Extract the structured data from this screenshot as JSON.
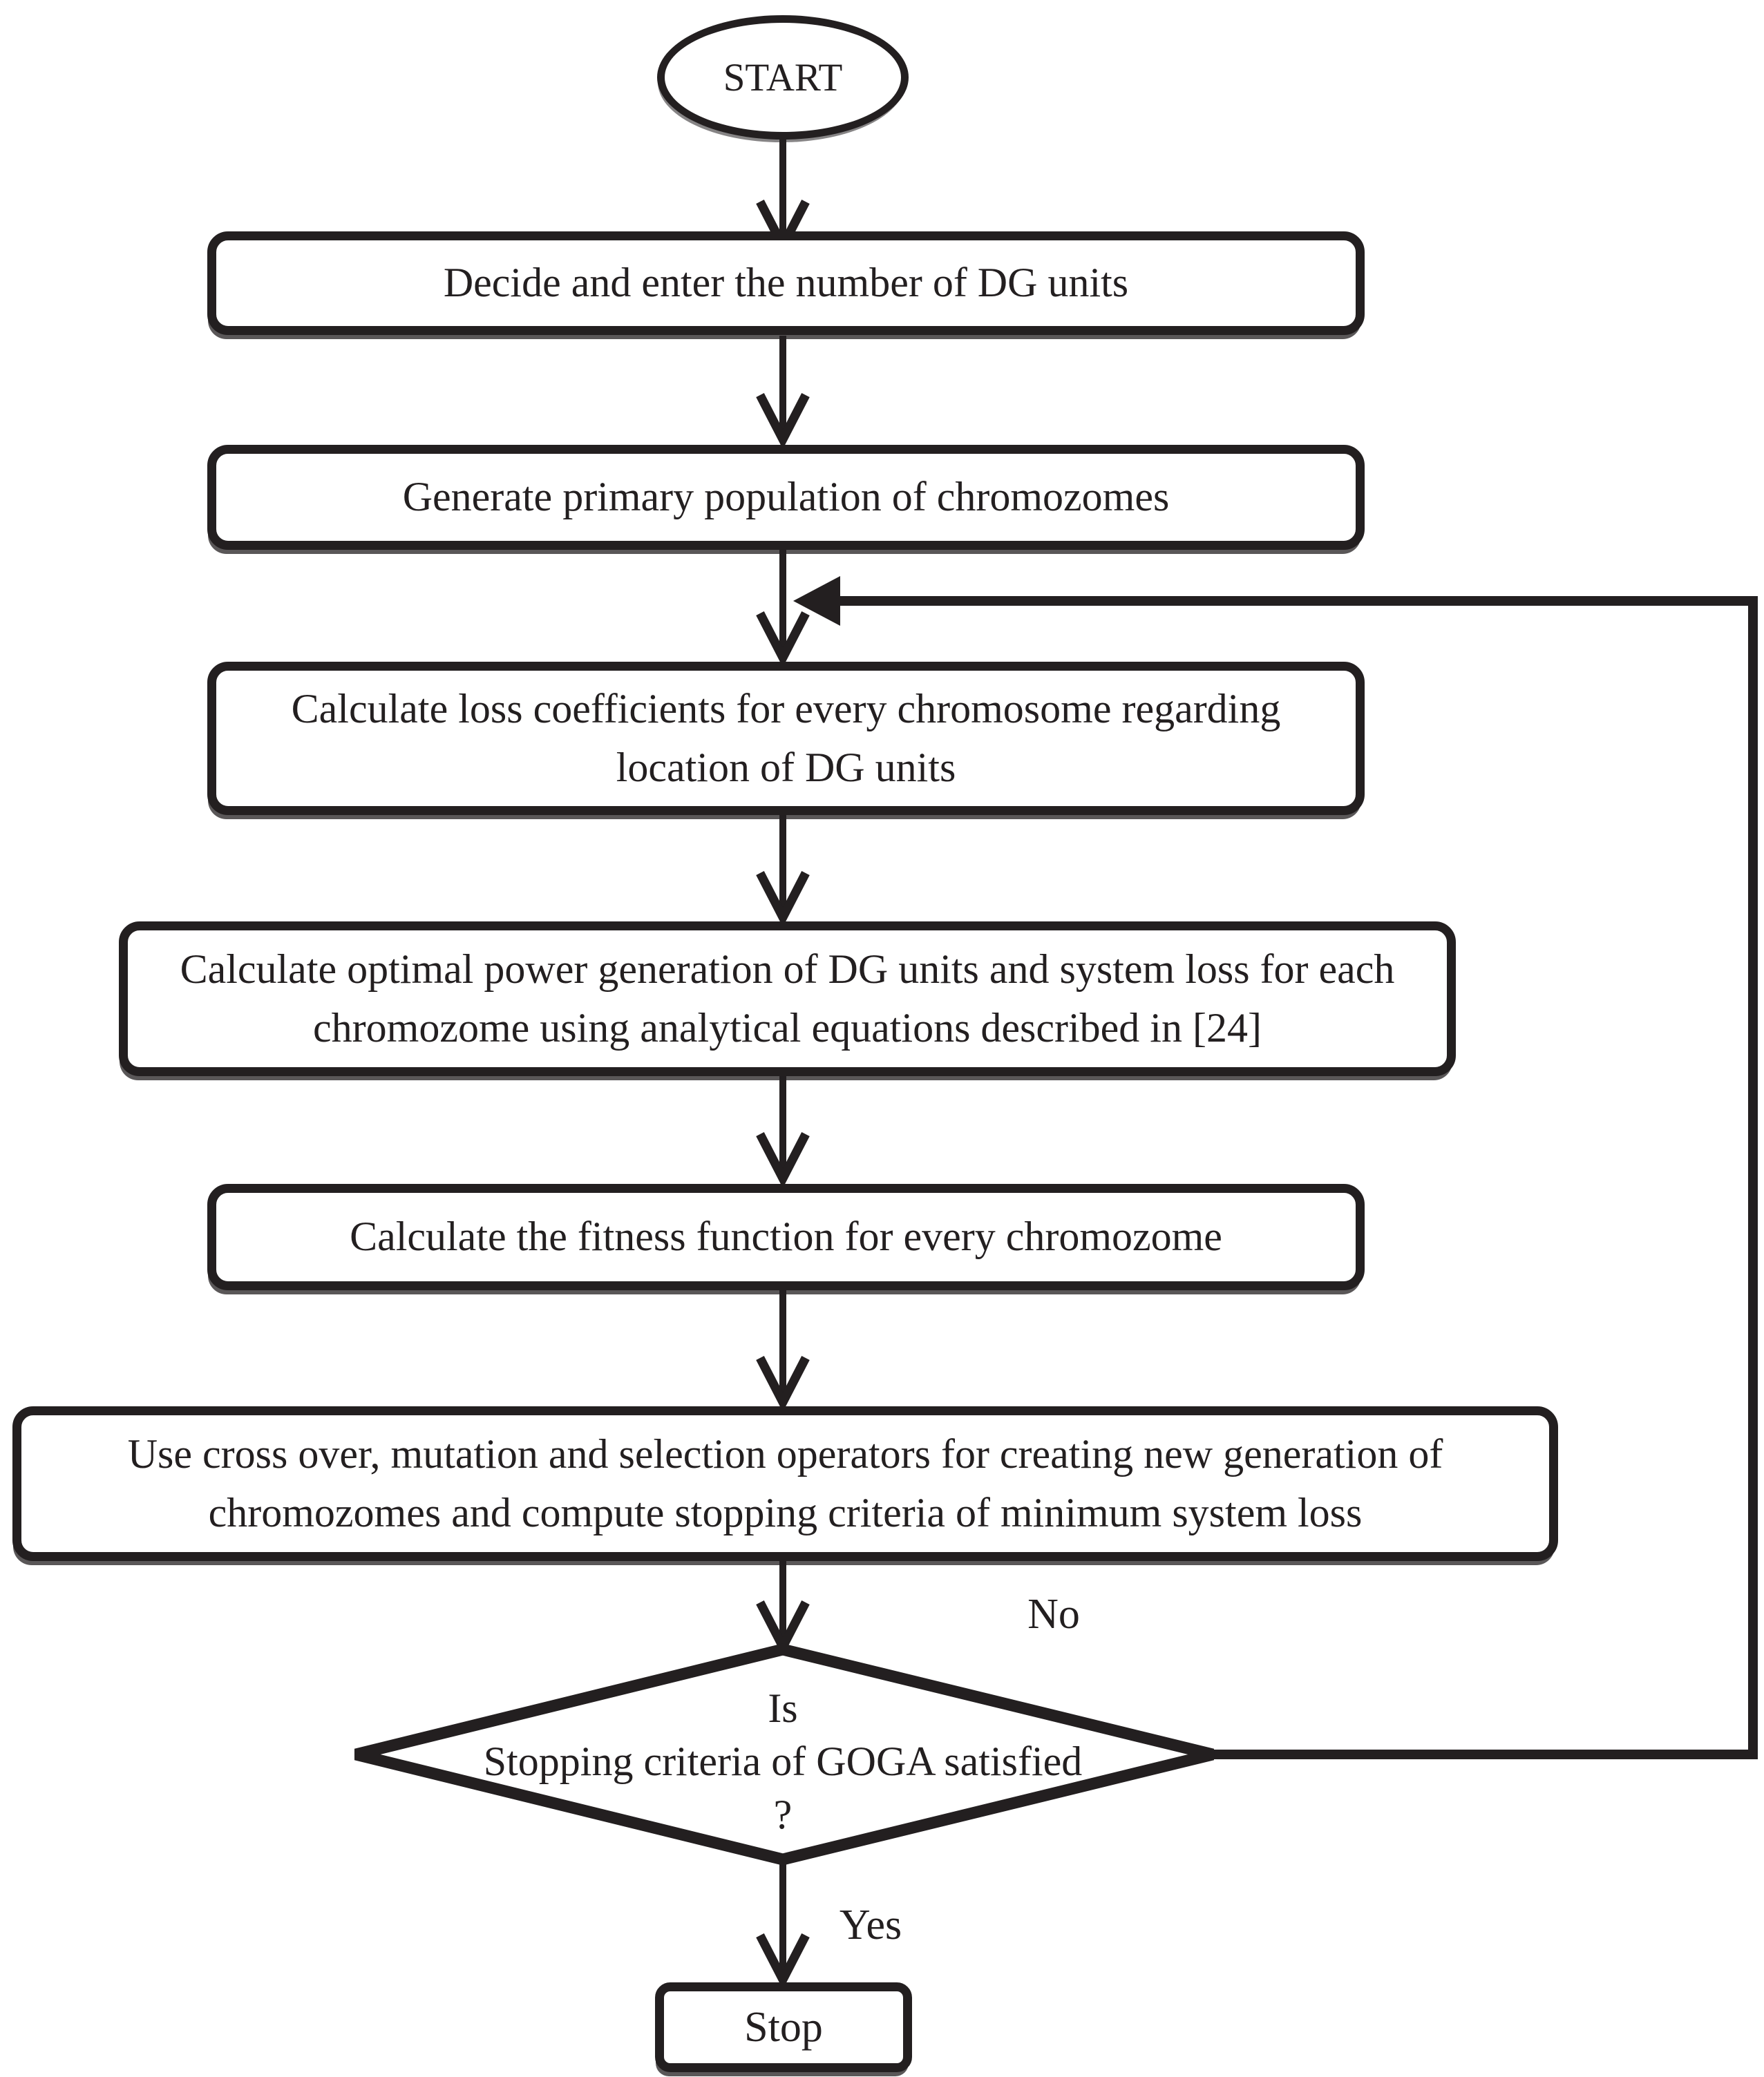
{
  "flowchart": {
    "colors": {
      "ink": "#231f20",
      "background": "#ffffff"
    },
    "start": {
      "label": "START"
    },
    "steps": [
      {
        "label": "Decide and enter the number of DG units"
      },
      {
        "label": "Generate primary population of chromozomes"
      },
      {
        "label": "Calculate loss coefficients for every chromosome regarding location of DG units"
      },
      {
        "label": "Calculate optimal power generation of DG units and system loss for each chromozome using analytical equations described in [24]"
      },
      {
        "label": "Calculate the fitness function for every chromozome"
      },
      {
        "label": "Use cross over, mutation and selection operators for creating new generation of chromozomes and compute stopping criteria of minimum system loss"
      }
    ],
    "decision": {
      "lines": [
        "Is",
        "Stopping criteria of GOGA satisfied",
        "?"
      ]
    },
    "branches": {
      "no": "No",
      "yes": "Yes"
    },
    "stop": {
      "label": "Stop"
    }
  }
}
